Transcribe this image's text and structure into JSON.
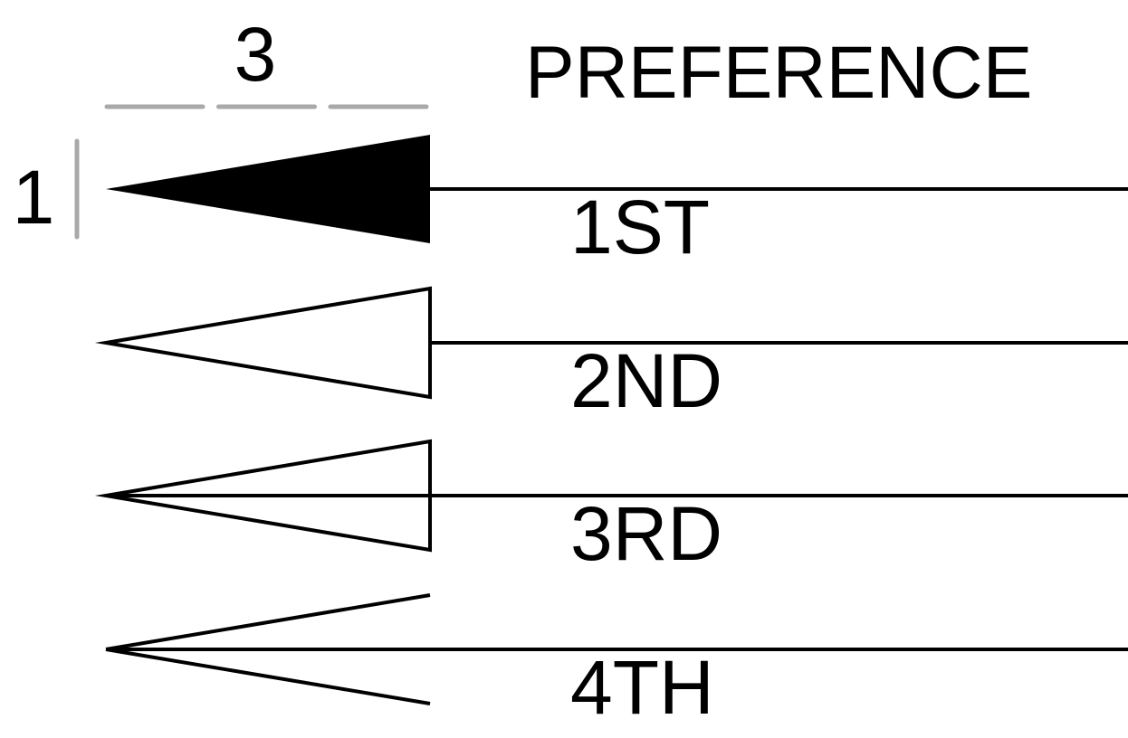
{
  "title": "PREFERENCE",
  "dimensions": {
    "top_label": "3",
    "left_label": "1"
  },
  "colors": {
    "ink": "#000000",
    "guide": "#a9a9a9",
    "background": "#ffffff"
  },
  "legend_rows": [
    {
      "rank": "1ST",
      "arrow_style": "filled"
    },
    {
      "rank": "2ND",
      "arrow_style": "outline"
    },
    {
      "rank": "3RD",
      "arrow_style": "outline-shaft-through"
    },
    {
      "rank": "4TH",
      "arrow_style": "open"
    }
  ]
}
